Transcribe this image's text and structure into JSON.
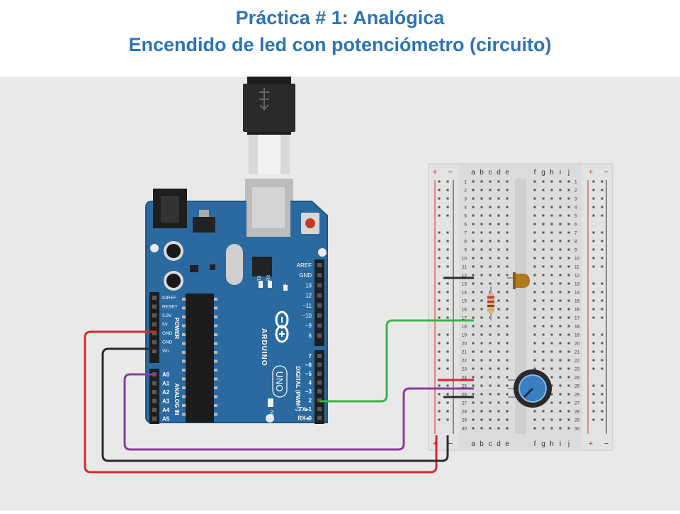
{
  "title": {
    "line1": "Práctica # 1: Analógica",
    "line2": "Encendido de led con potenciómetro (circuito)"
  },
  "arduino": {
    "brand": "ARDUINO",
    "model": "UNO",
    "power_header": "POWER",
    "power_pins": [
      "IOREF",
      "RESET",
      "3.3V",
      "5V",
      "GND",
      "GND",
      "Vin"
    ],
    "analog_header": "ANALOG IN",
    "analog_pins": [
      "A0",
      "A1",
      "A2",
      "A3",
      "A4",
      "A5"
    ],
    "digital_top": [
      "AREF",
      "GND",
      "13",
      "12",
      "~11",
      "~10",
      "~9",
      "8"
    ],
    "digital_bottom": [
      "7",
      "~6",
      "~5",
      "4",
      "~3",
      "2",
      "TX▸1",
      "RX◂0"
    ],
    "digital_label": "DIGITAL (PWM~)",
    "led_labels": [
      "TX",
      "RX",
      "L"
    ],
    "on_label": "ON"
  },
  "breadboard": {
    "columns_left": [
      "a",
      "b",
      "c",
      "d",
      "e"
    ],
    "columns_right": [
      "f",
      "g",
      "h",
      "i",
      "j"
    ],
    "rows": [
      "1",
      "2",
      "3",
      "4",
      "5",
      "6",
      "7",
      "8",
      "9",
      "10",
      "11",
      "12",
      "13",
      "14",
      "15",
      "16",
      "17",
      "18",
      "19",
      "20",
      "21",
      "22",
      "23",
      "24",
      "25",
      "26",
      "27",
      "28",
      "29",
      "30"
    ],
    "rail_plus": "+",
    "rail_minus": "−"
  },
  "colors": {
    "title": "#2e74b5",
    "board": "#2a6aa0",
    "wire_red": "#d42a2a",
    "wire_black": "#2b2b2b",
    "wire_purple": "#8a3c9c",
    "wire_green": "#3cb34a",
    "led": "#b07b1e",
    "pot": "#3a7fc4"
  }
}
